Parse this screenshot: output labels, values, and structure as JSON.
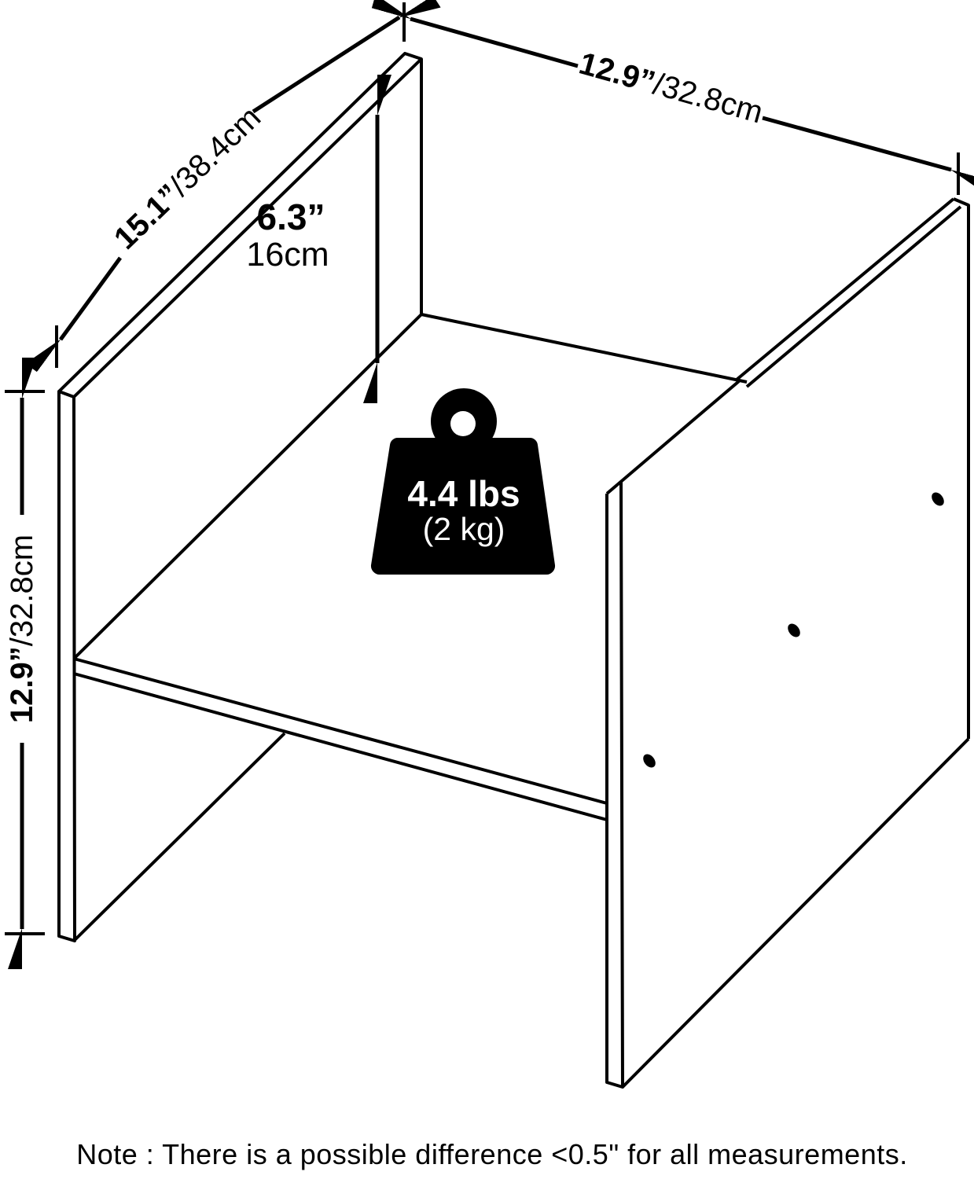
{
  "page": {
    "background": "#ffffff",
    "line_color": "#000000"
  },
  "diagram": {
    "dimensions": {
      "depth": {
        "value": "15.1”",
        "alt": "/38.4cm"
      },
      "top_width": {
        "value": "12.9”",
        "alt": "/32.8cm"
      },
      "seat_clearance": {
        "value": "6.3”",
        "alt": "16cm"
      },
      "side_height": {
        "value": "12.9”",
        "alt": "/32.8cm"
      }
    },
    "weight_badge": {
      "primary": "4.4 lbs",
      "secondary": "(2 kg)"
    },
    "note": "Note : There is a possible difference <0.5\" for all measurements."
  }
}
